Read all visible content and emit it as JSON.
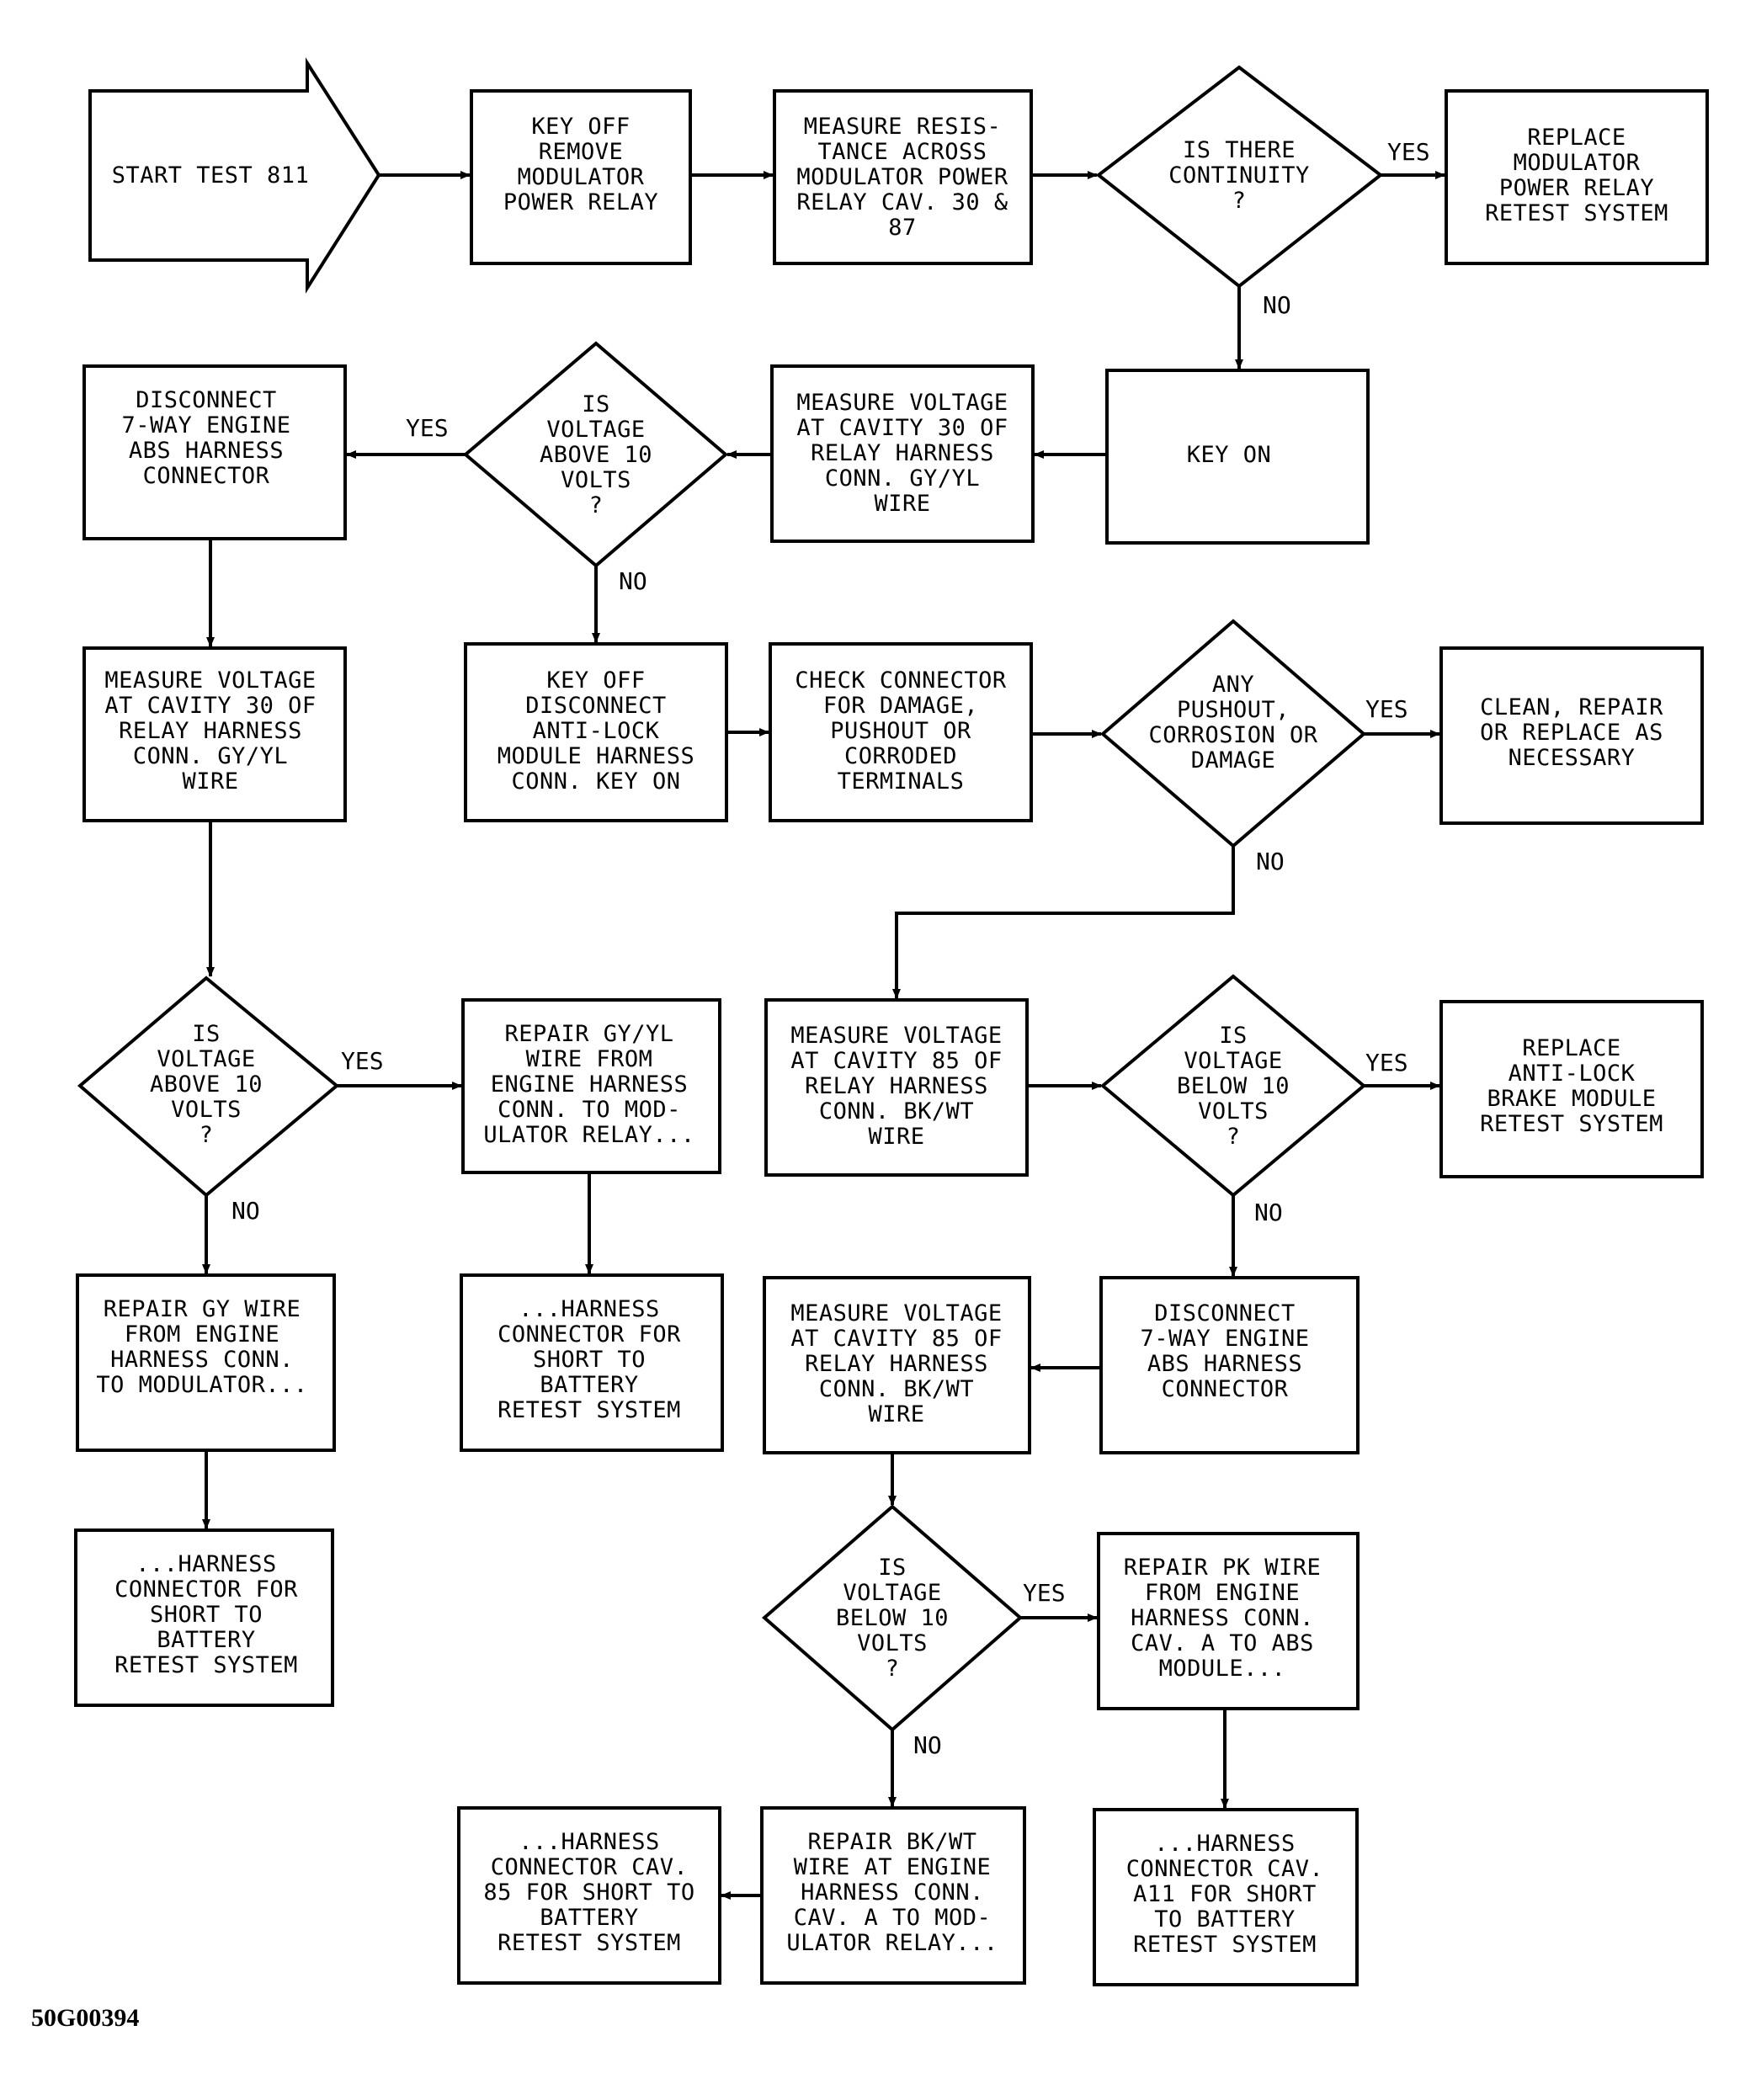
{
  "labels": {
    "yes": "YES",
    "no": "NO"
  },
  "figure_id": "50G00394",
  "nodes": {
    "start": [
      "START TEST 811"
    ],
    "n1": [
      "KEY OFF",
      "REMOVE",
      "MODULATOR",
      "POWER RELAY"
    ],
    "n2": [
      "MEASURE RESIS-",
      "TANCE ACROSS",
      "MODULATOR POWER",
      "RELAY CAV. 30 &",
      "87"
    ],
    "d1": [
      "IS THERE",
      "CONTINUITY",
      "?"
    ],
    "n3": [
      "REPLACE",
      "MODULATOR",
      "POWER RELAY",
      "RETEST SYSTEM"
    ],
    "n4": [
      "KEY ON"
    ],
    "n5": [
      "MEASURE VOLTAGE",
      "AT CAVITY 30 OF",
      "RELAY HARNESS",
      "CONN. GY/YL",
      "WIRE"
    ],
    "d2": [
      "IS",
      "VOLTAGE",
      "ABOVE 10",
      "VOLTS",
      "?"
    ],
    "n6": [
      "DISCONNECT",
      "7-WAY ENGINE",
      "ABS HARNESS",
      "CONNECTOR"
    ],
    "n7": [
      "MEASURE VOLTAGE",
      "AT CAVITY 30 OF",
      "RELAY HARNESS",
      "CONN. GY/YL",
      "WIRE"
    ],
    "n8": [
      "KEY OFF",
      "DISCONNECT",
      "ANTI-LOCK",
      "MODULE HARNESS",
      "CONN. KEY ON"
    ],
    "n9": [
      "CHECK CONNECTOR",
      "FOR DAMAGE,",
      "PUSHOUT OR",
      "CORRODED",
      "TERMINALS"
    ],
    "d3": [
      "ANY",
      "PUSHOUT,",
      "CORROSION OR",
      "DAMAGE"
    ],
    "n10": [
      "CLEAN, REPAIR",
      "OR REPLACE AS",
      "NECESSARY"
    ],
    "d4": [
      "IS",
      "VOLTAGE",
      "ABOVE 10",
      "VOLTS",
      "?"
    ],
    "n11": [
      "REPAIR GY/YL",
      "WIRE FROM",
      "ENGINE HARNESS",
      "CONN. TO MOD-",
      "ULATOR RELAY..."
    ],
    "n12": [
      "MEASURE VOLTAGE",
      "AT CAVITY 85 OF",
      "RELAY HARNESS",
      "CONN. BK/WT",
      "WIRE"
    ],
    "d5": [
      "IS",
      "VOLTAGE",
      "BELOW 10",
      "VOLTS",
      "?"
    ],
    "n13": [
      "REPLACE",
      "ANTI-LOCK",
      "BRAKE MODULE",
      "RETEST SYSTEM"
    ],
    "n14": [
      "REPAIR GY WIRE",
      "FROM ENGINE",
      "HARNESS CONN.",
      "TO MODULATOR..."
    ],
    "n15": [
      "...HARNESS",
      "CONNECTOR FOR",
      "SHORT TO",
      "BATTERY",
      "RETEST SYSTEM"
    ],
    "n16": [
      "MEASURE VOLTAGE",
      "AT CAVITY 85 OF",
      "RELAY HARNESS",
      "CONN. BK/WT",
      "WIRE"
    ],
    "n17": [
      "DISCONNECT",
      "7-WAY ENGINE",
      "ABS HARNESS",
      "CONNECTOR"
    ],
    "n18": [
      "...HARNESS",
      "CONNECTOR FOR",
      "SHORT TO",
      "BATTERY",
      "RETEST SYSTEM"
    ],
    "d6": [
      "IS",
      "VOLTAGE",
      "BELOW 10",
      "VOLTS",
      "?"
    ],
    "n19": [
      "REPAIR PK WIRE",
      "FROM ENGINE",
      "HARNESS CONN.",
      "CAV. A TO ABS",
      "MODULE..."
    ],
    "n20": [
      "...HARNESS",
      "CONNECTOR CAV.",
      "85 FOR SHORT TO",
      "BATTERY",
      "RETEST SYSTEM"
    ],
    "n21": [
      "REPAIR BK/WT",
      "WIRE AT ENGINE",
      "HARNESS CONN.",
      "CAV. A TO MOD-",
      "ULATOR RELAY..."
    ],
    "n22": [
      "...HARNESS",
      "CONNECTOR CAV.",
      "A11 FOR SHORT",
      "TO BATTERY",
      "RETEST SYSTEM"
    ]
  }
}
